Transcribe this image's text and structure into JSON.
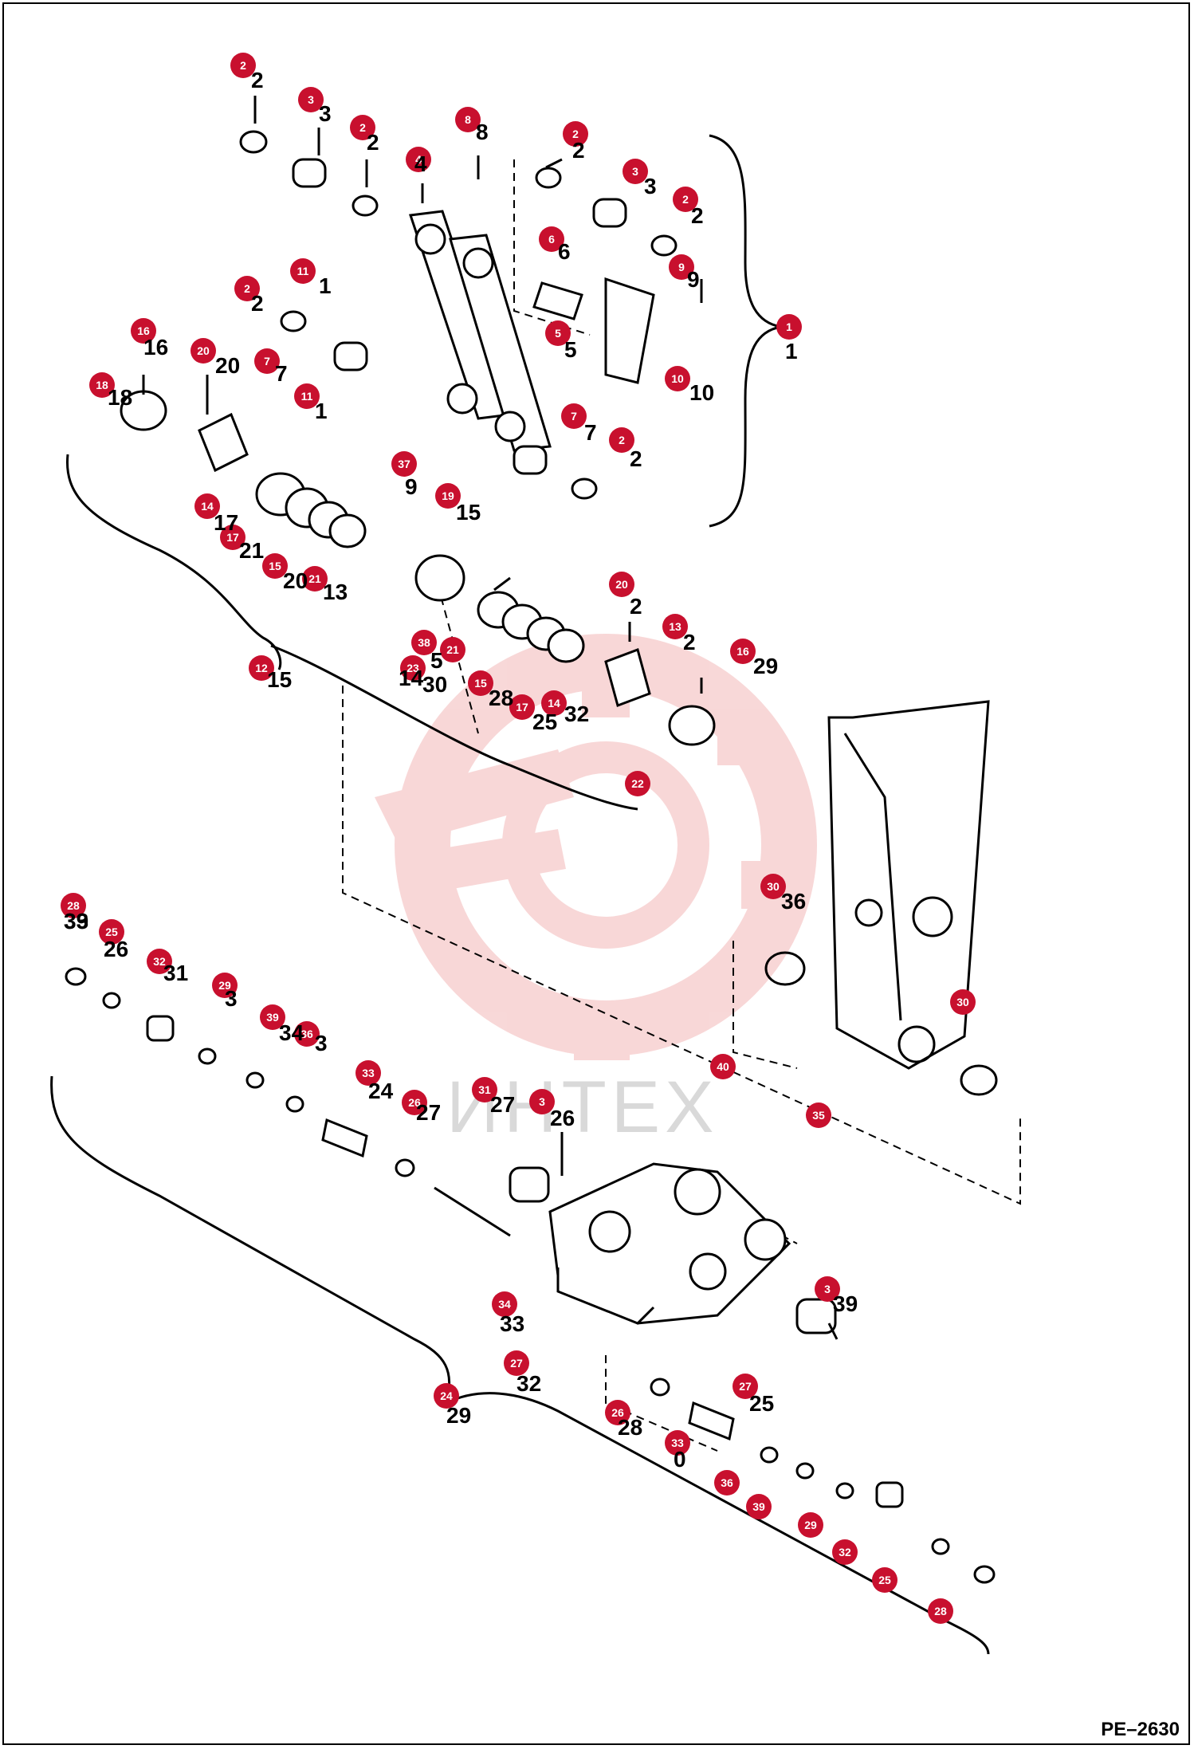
{
  "drawing_ref": "PE–2630",
  "watermark_text": "ИНТЕХ",
  "colors": {
    "callout_fill": "#c8102e",
    "callout_text": "#ffffff",
    "line": "#000000",
    "watermark": "#f3b8b8",
    "watermark_text": "#d9d9d9"
  },
  "callouts": [
    "2",
    "3",
    "2",
    "4",
    "8",
    "2",
    "3",
    "2",
    "6",
    "9",
    "11",
    "2",
    "5",
    "1",
    "16",
    "20",
    "7",
    "10",
    "18",
    "11",
    "7",
    "2",
    "37",
    "14",
    "19",
    "17",
    "15",
    "21",
    "20",
    "13",
    "12",
    "38",
    "21",
    "23",
    "15",
    "17",
    "14",
    "16",
    "22",
    "30",
    "28",
    "25",
    "32",
    "29",
    "39",
    "36",
    "33",
    "26",
    "31",
    "3",
    "30",
    "40",
    "35",
    "34",
    "3",
    "27",
    "24",
    "27",
    "26",
    "33",
    "36",
    "39",
    "29",
    "32",
    "25",
    "28"
  ],
  "part_labels": [
    "2",
    "3",
    "2",
    "4",
    "8",
    "2",
    "3",
    "2",
    "6",
    "9",
    "1",
    "2",
    "5",
    "1",
    "16",
    "20",
    "7",
    "10",
    "18",
    "1",
    "7",
    "2",
    "9",
    "17",
    "15",
    "21",
    "20",
    "13",
    "2",
    "2",
    "15",
    "5",
    "14",
    "30",
    "28",
    "25",
    "32",
    "29",
    "39",
    "36",
    "33",
    "26",
    "31",
    "3",
    "34",
    "3",
    "24",
    "27",
    "27",
    "26",
    "33",
    "39",
    "29",
    "32",
    "25",
    "28",
    "0"
  ]
}
